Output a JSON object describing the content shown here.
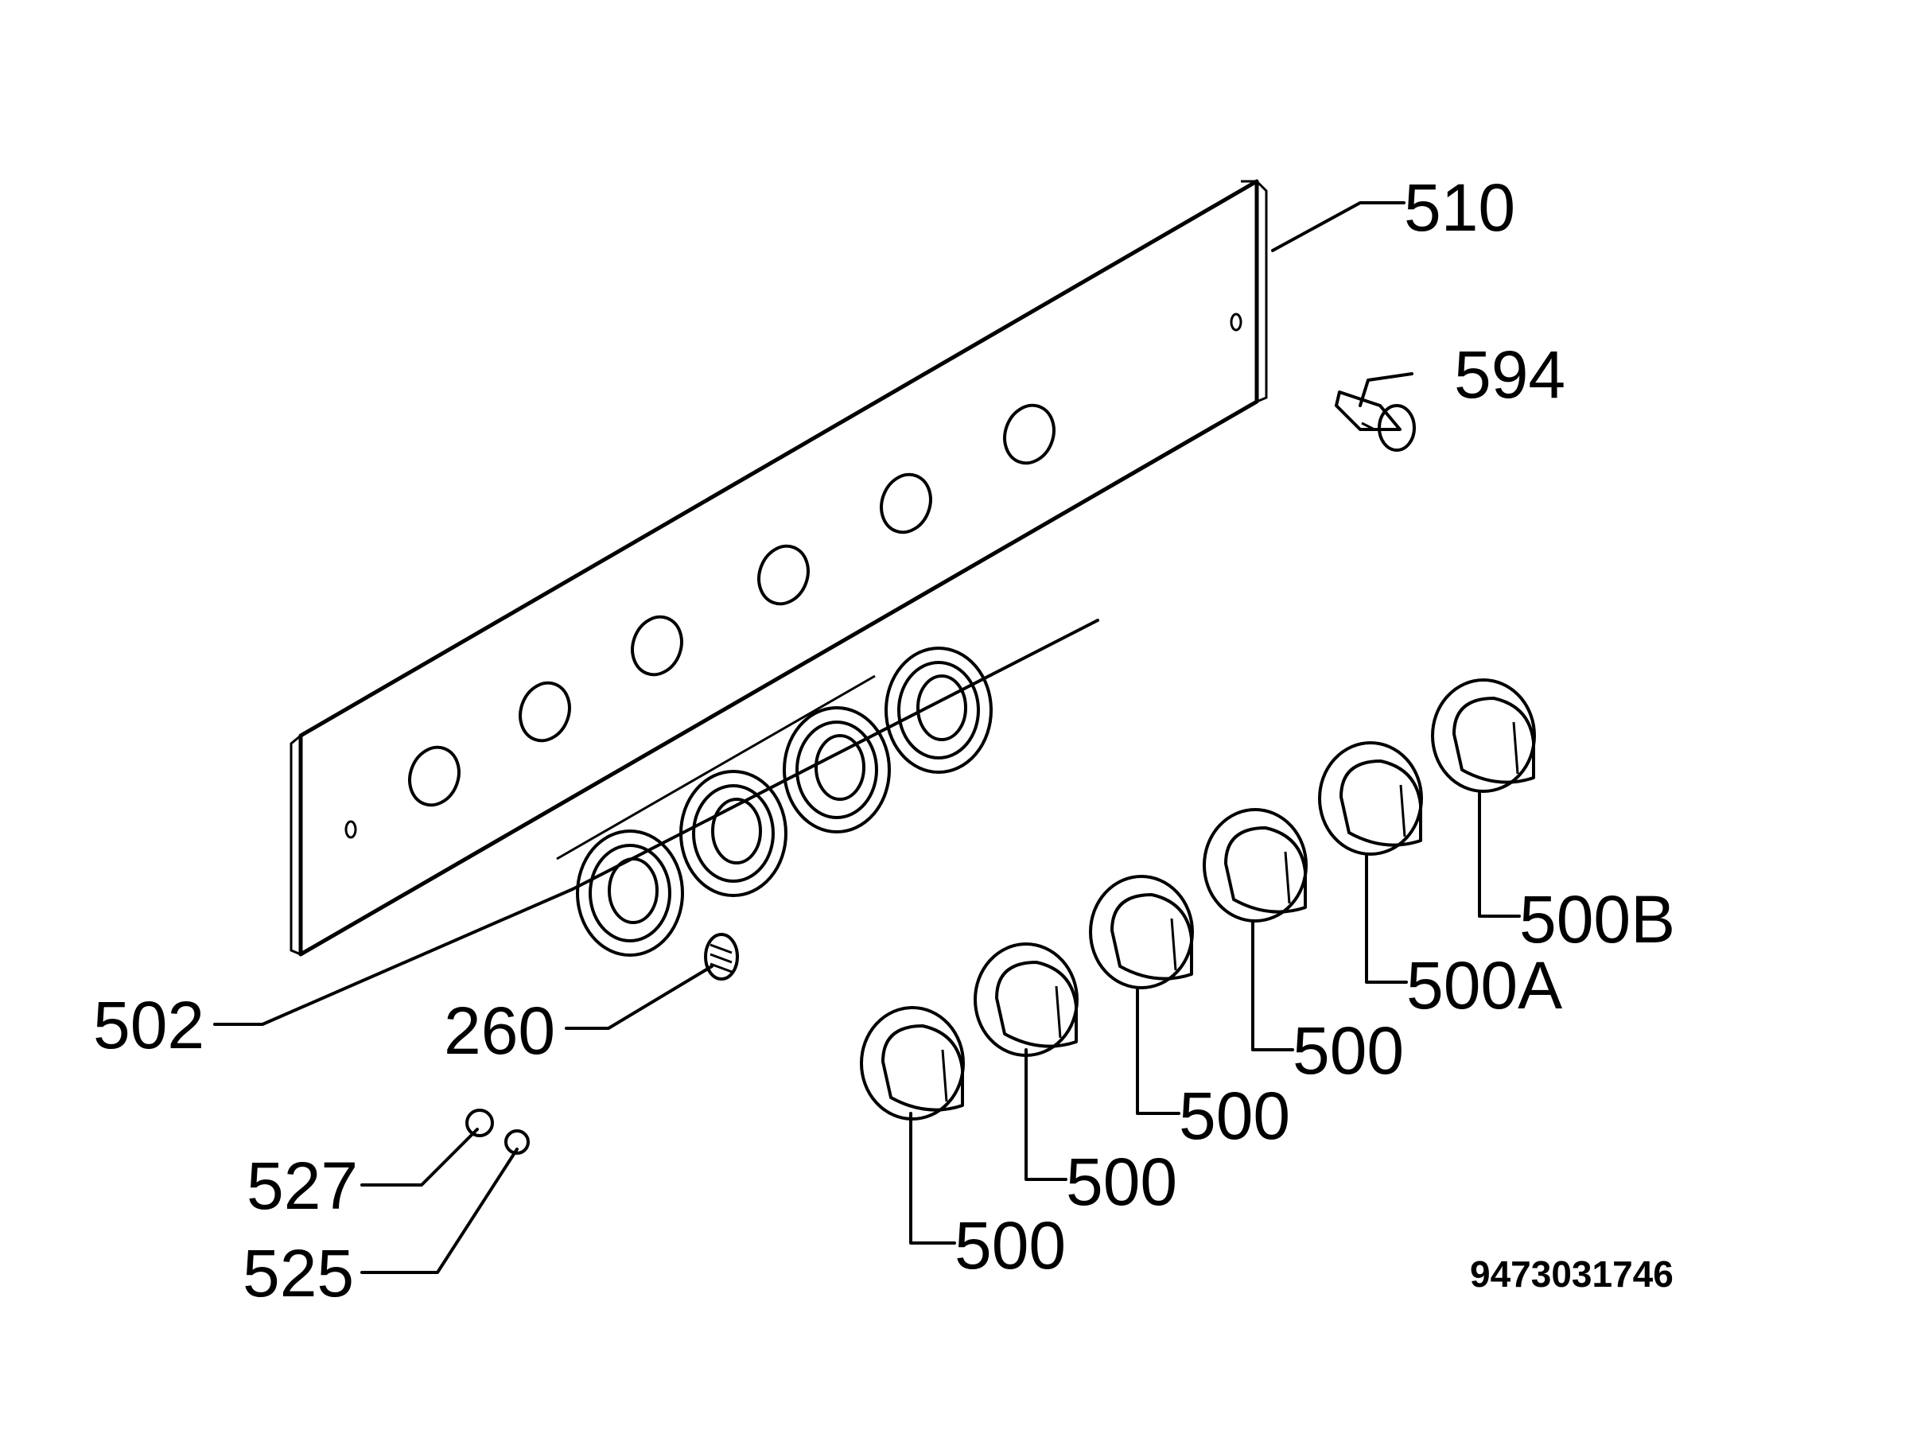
{
  "labels": {
    "control_panel": "510",
    "indicator_lamp": "594",
    "bezel_frame": "502",
    "spring": "260",
    "knob_b": "500B",
    "knob_a": "500A",
    "knob_1": "500",
    "knob_2": "500",
    "knob_3": "500",
    "knob_4": "500",
    "part_527": "527",
    "part_525": "525"
  },
  "drawing_code": "9473031746"
}
